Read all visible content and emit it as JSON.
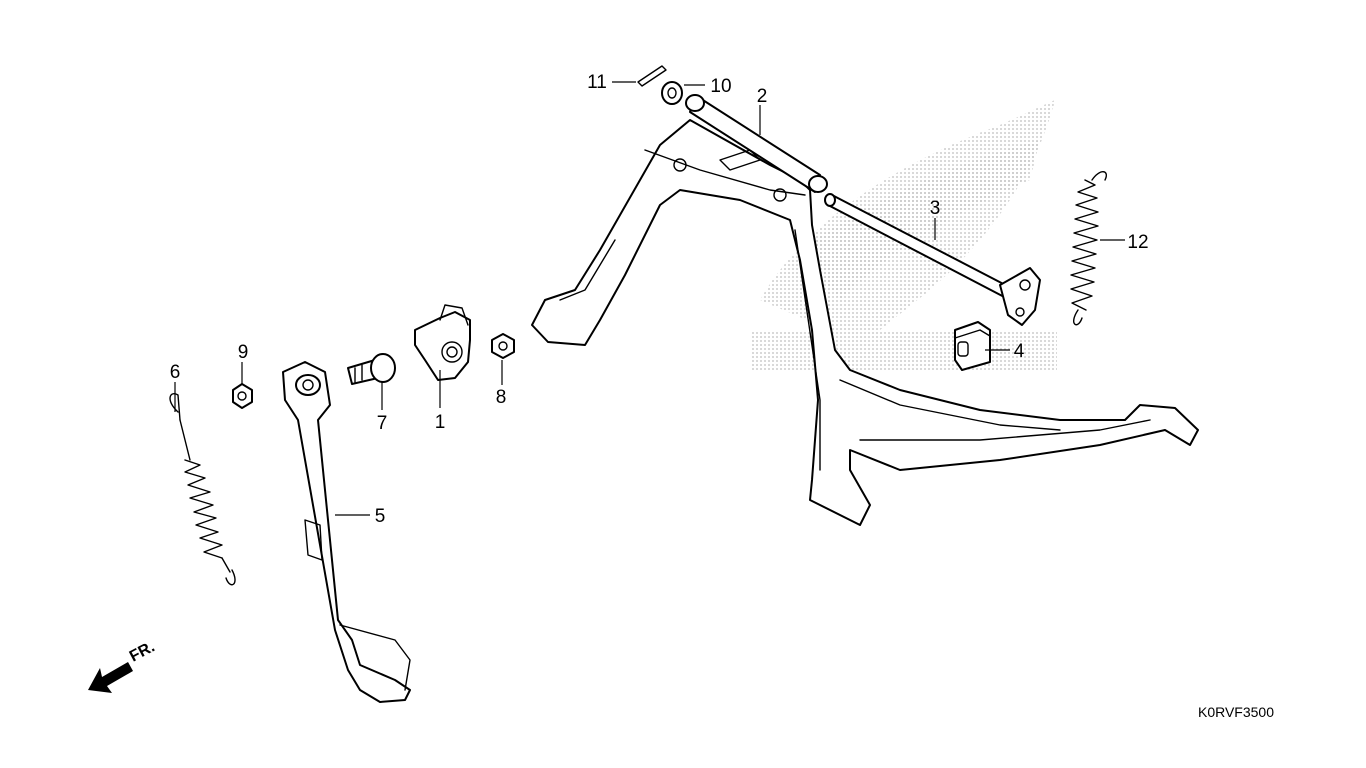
{
  "diagram": {
    "drawing_code": "K0RVF3500",
    "front_label": "FR.",
    "logo": "honda-wing-watermark",
    "colors": {
      "line": "#000000",
      "background": "#ffffff",
      "watermark": "#bdbdbd"
    },
    "parts": [
      {
        "id": "1",
        "label": "1"
      },
      {
        "id": "2",
        "label": "2"
      },
      {
        "id": "3",
        "label": "3"
      },
      {
        "id": "4",
        "label": "4"
      },
      {
        "id": "5",
        "label": "5"
      },
      {
        "id": "6",
        "label": "6"
      },
      {
        "id": "7",
        "label": "7"
      },
      {
        "id": "8",
        "label": "8"
      },
      {
        "id": "9",
        "label": "9"
      },
      {
        "id": "10",
        "label": "10"
      },
      {
        "id": "11",
        "label": "11"
      },
      {
        "id": "12",
        "label": "12"
      }
    ]
  }
}
